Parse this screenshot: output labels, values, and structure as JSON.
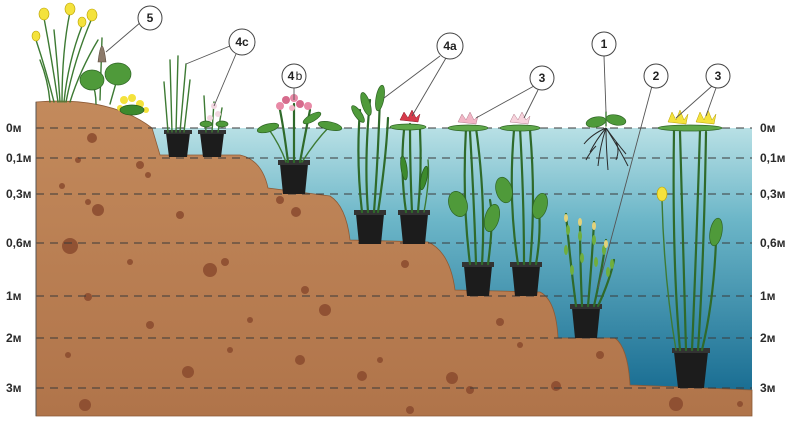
{
  "depth_labels": [
    "0м",
    "0,1м",
    "0,3м",
    "0,6м",
    "1м",
    "2м",
    "3м"
  ],
  "callouts": [
    {
      "label": "5"
    },
    {
      "label": "4c"
    },
    {
      "label": "4"
    },
    {
      "label": "b"
    },
    {
      "label": "4a"
    },
    {
      "label": "3"
    },
    {
      "label": "1"
    },
    {
      "label": "2"
    },
    {
      "label": "3"
    }
  ],
  "colors": {
    "soil": "#b67a4e",
    "water_top": "#a9d8df",
    "water_bottom": "#1f7ea0",
    "soil_spots": "#8a4a2e",
    "plant_green": "#4f9a3a",
    "lily_pink": "#f2b6c6",
    "lily_red": "#d63a4a",
    "lily_yellow": "#f4e23c"
  }
}
